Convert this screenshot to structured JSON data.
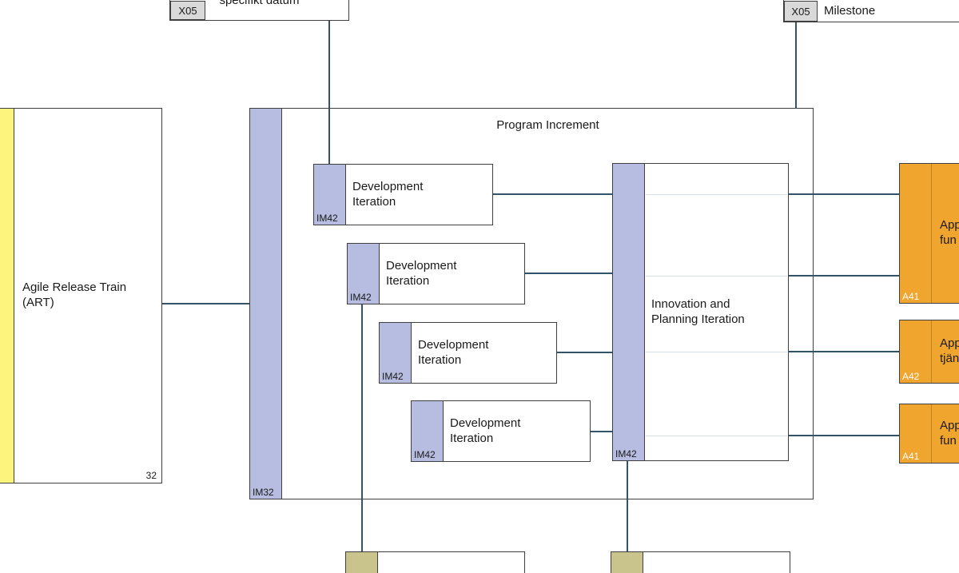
{
  "milestones": {
    "top_left": {
      "id": "X05",
      "label": "specifikt datum"
    },
    "top_right": {
      "id": "X05",
      "label": "Milestone"
    }
  },
  "agile_release_train": {
    "id_fragment": "32",
    "label": "Agile Release Train (ART)"
  },
  "program_increment": {
    "id": "IM32",
    "title": "Program Increment"
  },
  "dev_iterations": [
    {
      "id": "IM42",
      "label": "Development Iteration"
    },
    {
      "id": "IM42",
      "label": "Development Iteration"
    },
    {
      "id": "IM42",
      "label": "Development Iteration"
    },
    {
      "id": "IM42",
      "label": "Development Iteration"
    }
  ],
  "innovation_iteration": {
    "id": "IM42",
    "label": "Innovation and Planning Iteration"
  },
  "app_elements": [
    {
      "id": "A41",
      "lines": [
        "App",
        "fun"
      ]
    },
    {
      "id": "A42",
      "lines": [
        "App",
        "tjän"
      ]
    },
    {
      "id": "A41",
      "lines": [
        "App",
        "fun"
      ]
    }
  ],
  "colors": {
    "iteration_strip": "#b7bde0",
    "art_strip": "#fcf47c",
    "app_fill": "#f0a52f",
    "bottom_strip": "#c9c48b",
    "connector": "#33536b",
    "id_tag_bg": "#d9d9d9",
    "border": "#3f3f3f"
  }
}
